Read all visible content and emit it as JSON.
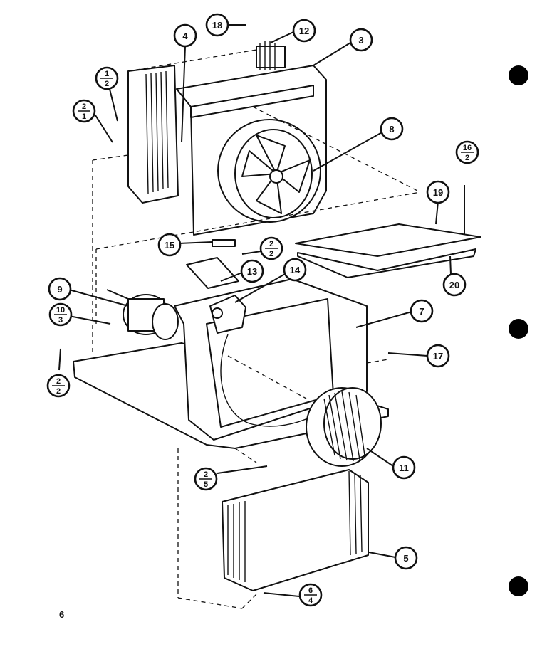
{
  "callouts": [
    {
      "id": "c18",
      "label": "18"
    },
    {
      "id": "c12",
      "label": "12"
    },
    {
      "id": "c3",
      "label": "3"
    },
    {
      "id": "c4",
      "label": "4"
    },
    {
      "id": "c8",
      "label": "8"
    },
    {
      "id": "c19",
      "label": "19"
    },
    {
      "id": "c20",
      "label": "20"
    },
    {
      "id": "c15",
      "label": "15"
    },
    {
      "id": "c13",
      "label": "13"
    },
    {
      "id": "c14",
      "label": "14"
    },
    {
      "id": "c9",
      "label": "9"
    },
    {
      "id": "c7",
      "label": "7"
    },
    {
      "id": "c17",
      "label": "17"
    },
    {
      "id": "c11",
      "label": "11"
    },
    {
      "id": "c5",
      "label": "5"
    }
  ],
  "fractions": [
    {
      "id": "f1",
      "top": "1",
      "bottom": "2"
    },
    {
      "id": "f2",
      "top": "2",
      "bottom": "1"
    },
    {
      "id": "f3",
      "top": "16",
      "bottom": "2"
    },
    {
      "id": "f4",
      "top": "2",
      "bottom": "2"
    },
    {
      "id": "f5",
      "top": "10",
      "bottom": "3"
    },
    {
      "id": "f6",
      "top": "2",
      "bottom": "2"
    },
    {
      "id": "f7",
      "top": "2",
      "bottom": "5"
    },
    {
      "id": "f8",
      "top": "6",
      "bottom": "4"
    }
  ],
  "page_number": "6"
}
